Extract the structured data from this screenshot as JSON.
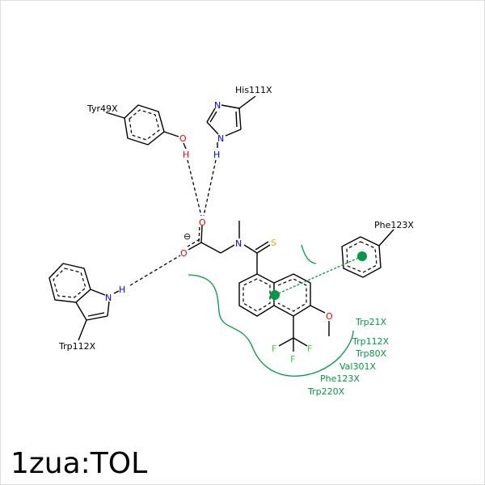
{
  "title": "1zua:TOL",
  "residues": {
    "tyr": "Tyr49X",
    "his": "His111X",
    "trp_hbond": "Trp112X",
    "phe_pi": "Phe123X"
  },
  "atoms": {
    "o": "O",
    "h": "H",
    "n": "N",
    "s": "S",
    "f": "F",
    "charge": "⊖"
  },
  "hydrophobic_residues": [
    "Trp21X",
    "Trp112X",
    "Trp80X",
    "Val301X",
    "Phe123X",
    "Trp220X"
  ],
  "colors": {
    "oxygen": "#ff0000",
    "nitrogen": "#0000ff",
    "sulfur": "#ffa500",
    "fluorine": "#33dd33",
    "hydrophobic": "#009944",
    "bond": "#000000"
  }
}
